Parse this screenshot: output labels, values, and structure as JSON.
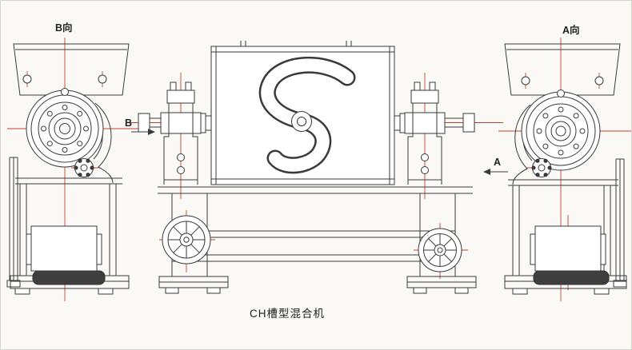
{
  "page": {
    "background": "#faf9f6",
    "line_color": "#3a3a3a",
    "centerline_color": "#c2402f"
  },
  "drawing": {
    "caption": "CH槽型混合机",
    "view_labels": {
      "left": "B向",
      "right": "A向"
    },
    "section_arrows": {
      "b": "B",
      "a": "A"
    }
  }
}
